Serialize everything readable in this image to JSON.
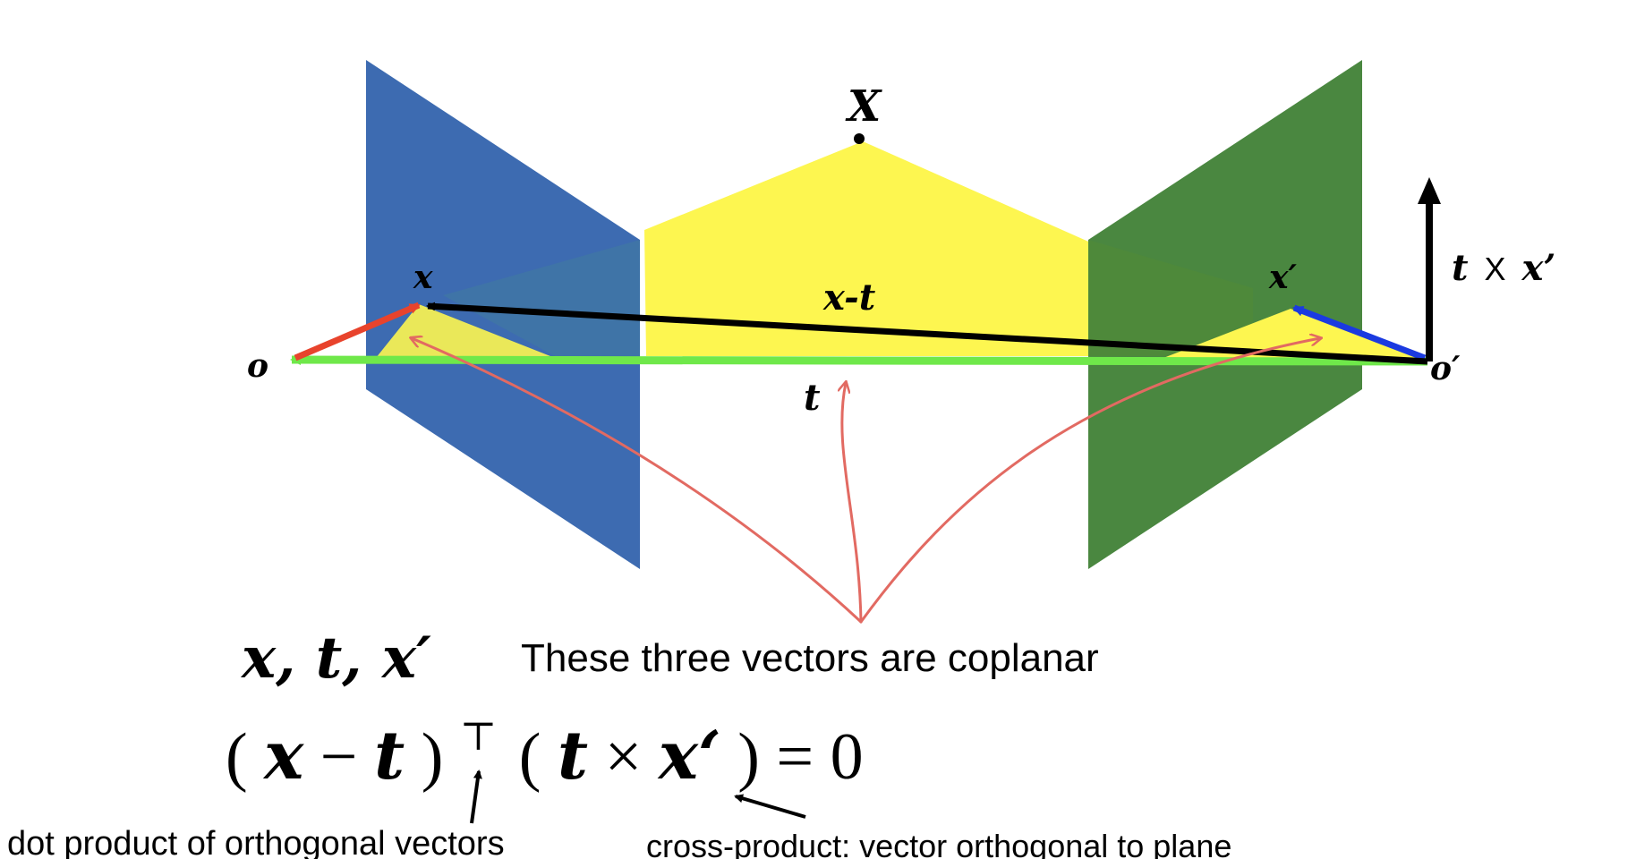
{
  "labels": {
    "point_X": "X",
    "x": "x",
    "x_prime": "x′",
    "x_minus_t": "x-t",
    "o": "o",
    "o_prime": "o′",
    "t": "t",
    "cross_t": "t",
    "cross_op": "X",
    "cross_x": "x’"
  },
  "statement": {
    "vectors": "x, t, x′",
    "text": "These three vectors are coplanar"
  },
  "equation": {
    "lhs_paren_open": "(",
    "x": "x",
    "minus": " − ",
    "t": "t",
    "lhs_paren_close": ")",
    "transpose": "⊤",
    "rhs_paren_open": "(",
    "t2": "t",
    "times": " × ",
    "x2": "x‘",
    "rhs_paren_close": ")",
    "equals_zero": " = 0"
  },
  "annotations": {
    "dot": "dot product of orthogonal vectors",
    "cross": "cross-product: vector orthogonal to plane"
  },
  "colors": {
    "left_plane": "#3d6bb1",
    "right_plane": "#4a8740",
    "epipolar_plane": "#fdf650",
    "baseline": "#6fe84a",
    "ray_left": "#e8432c",
    "ray_right": "#1b3ae0",
    "annotation_arrows": "#e26a62"
  }
}
